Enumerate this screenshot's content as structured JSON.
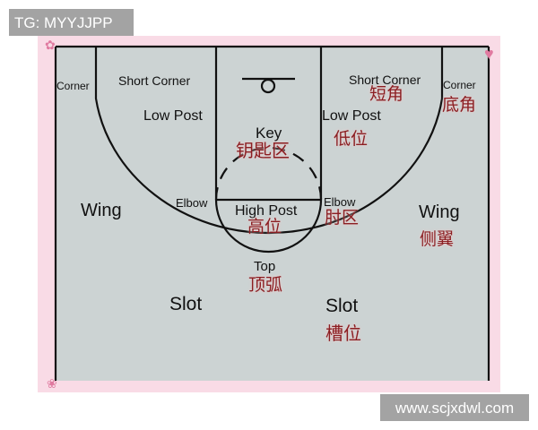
{
  "watermarks": {
    "top_left": "TG: MYYJJPP",
    "bottom_right": "www.scjxdwl.com"
  },
  "colors": {
    "frame": "#f9dbe6",
    "court": "#ccd3d3",
    "lines": "#111111",
    "chinese_text": "#8b1e22",
    "watermark_bg": "#a3a3a3"
  },
  "positions": {
    "corner_left": {
      "en": "Corner"
    },
    "short_corner_left": {
      "en": "Short Corner"
    },
    "low_post_left": {
      "en": "Low Post"
    },
    "key": {
      "en": "Key",
      "zh": "钥匙区"
    },
    "short_corner_right": {
      "en": "Short Corner",
      "zh": "短角"
    },
    "corner_right": {
      "en": "Corner",
      "zh": "底角"
    },
    "low_post_right": {
      "en": "Low Post",
      "zh": "低位"
    },
    "wing_left": {
      "en": "Wing"
    },
    "elbow_left": {
      "en": "Elbow"
    },
    "high_post": {
      "en": "High Post",
      "zh": "高位"
    },
    "elbow_right": {
      "en": "Elbow",
      "zh": "肘区"
    },
    "wing_right": {
      "en": "Wing",
      "zh": "侧翼"
    },
    "top": {
      "en": "Top",
      "zh": "顶弧"
    },
    "slot_left": {
      "en": "Slot"
    },
    "slot_right": {
      "en": "Slot",
      "zh": "槽位"
    }
  }
}
